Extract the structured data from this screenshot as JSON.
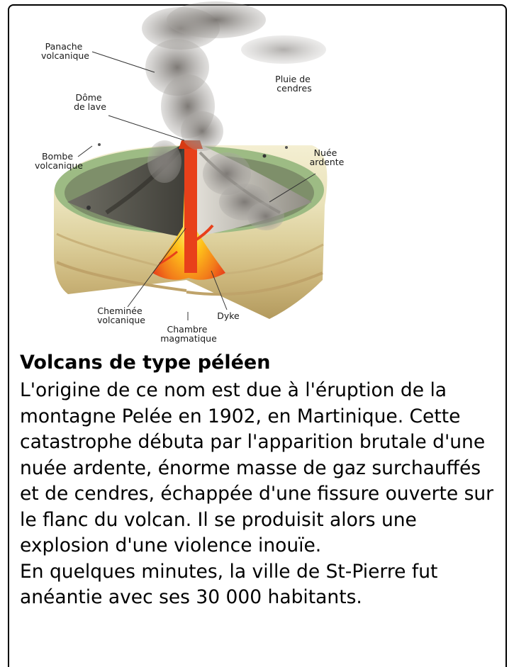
{
  "diagram": {
    "labels": {
      "panache": [
        "Panache",
        "volcanique"
      ],
      "pluie": [
        "Pluie de",
        "cendres"
      ],
      "dome": [
        "Dôme",
        "de lave"
      ],
      "bombe": [
        "Bombe",
        "volcanique"
      ],
      "nuee": [
        "Nuée",
        "ardente"
      ],
      "cheminee": [
        "Cheminée",
        "volcanique"
      ],
      "dyke": [
        "Dyke"
      ],
      "chambre": [
        "Chambre",
        "magmatique"
      ]
    }
  },
  "article": {
    "title": "Volcans de type péléen",
    "paragraph1": "L'origine de ce nom est due à l'éruption de la montagne Pelée en 1902, en Martinique. Cette catastrophe débuta par l'apparition brutale d'une nuée ardente, énorme masse de gaz surchauffés et de cendres, échappée d'une fissure ouverte sur le flanc du volcan. Il se produisit alors une explosion d'une violence inouïe.",
    "paragraph2": "En quelques minutes, la ville de St-Pierre fut anéantie avec ses 30 000 habitants."
  },
  "colors": {
    "border": "#000000",
    "lava": "#e8401a",
    "magma_core": "#ffd11a",
    "grass": "#9dbb84",
    "ash": "#8a8580"
  }
}
